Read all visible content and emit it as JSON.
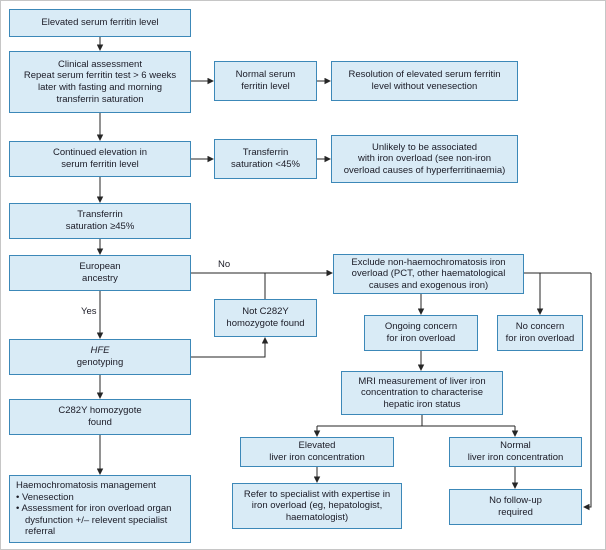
{
  "colors": {
    "background": "#ffffff",
    "box_fill": "#d9ebf6",
    "box_border": "#3c88b8",
    "text": "#1b1b26",
    "arrow": "#262626"
  },
  "edge_labels": {
    "no": "No",
    "yes": "Yes"
  },
  "nodes": {
    "elevated_ferritin": "Elevated serum ferritin level",
    "clinical_assessment": "Clinical assessment\nRepeat serum ferritin test > 6 weeks\nlater with fasting and morning\ntransferrin saturation",
    "normal_ferritin": "Normal serum\nferritin level",
    "resolution": "Resolution of elevated serum ferritin\nlevel without venesection",
    "continued_elevation": "Continued elevation in\nserum ferritin level",
    "tsat_low": "Transferrin\nsaturation <45%",
    "unlikely_overload": "Unlikely to be associated\nwith iron overload (see non-iron\noverload causes of hyperferritinaemia)",
    "tsat_high": "Transferrin\nsaturation ≥45%",
    "european_ancestry": "European\nancestry",
    "exclude_non_hc": "Exclude non-haemochromatosis iron\noverload (PCT, other haematological\ncauses and exogenous iron)",
    "not_c282y": "Not C282Y\nhomozygote found",
    "hfe_genotyping": {
      "gene": "HFE",
      "rest": "genotyping"
    },
    "ongoing_concern": "Ongoing concern\nfor iron overload",
    "no_concern": "No concern\nfor iron overload",
    "c282y_found": "C282Y homozygote\nfound",
    "mri": "MRI measurement of liver iron\nconcentration to characterise\nhepatic iron status",
    "elevated_liver_iron": "Elevated\nliver iron concentration",
    "normal_liver_iron": "Normal\nliver iron concentration",
    "management": {
      "title": "Haemochromatosis management",
      "bullets": [
        "• Venesection",
        "• Assessment for iron overload organ dysfunction +/– relevent specialist referral"
      ]
    },
    "refer_specialist": "Refer to specialist with expertise in\niron overload (eg, hepatologist,\nhaematologist)",
    "no_followup": "No follow-up\nrequired"
  }
}
